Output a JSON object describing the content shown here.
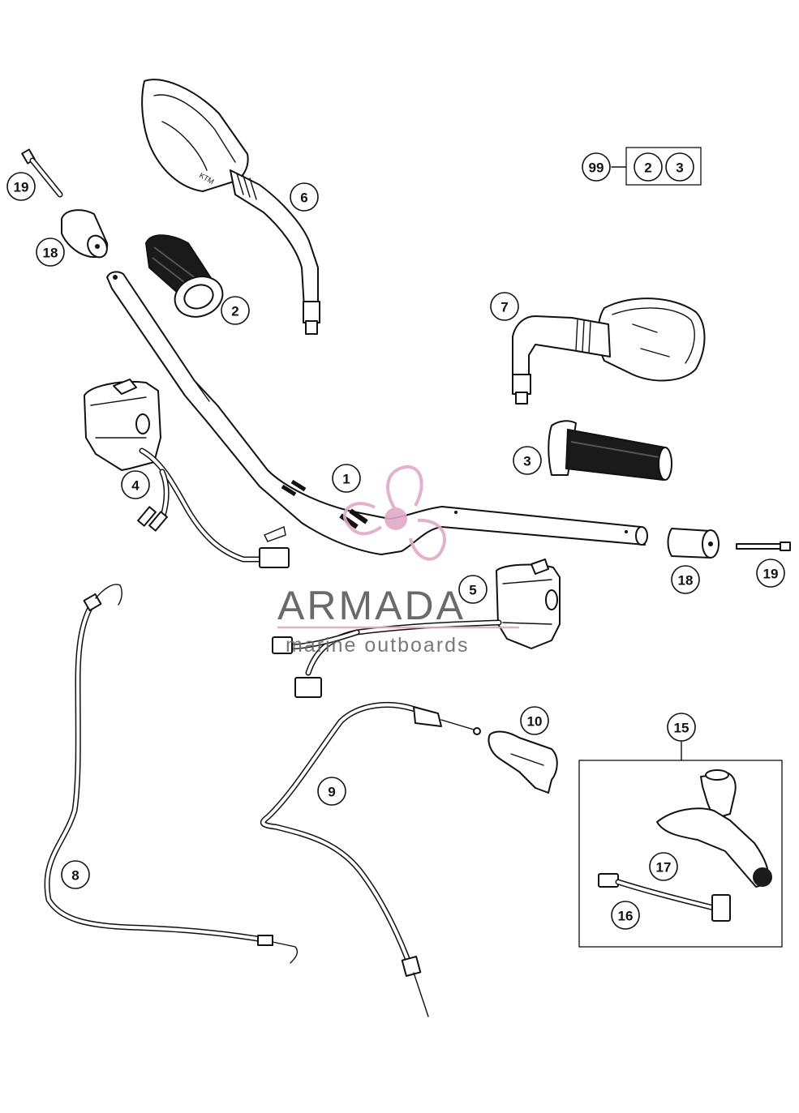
{
  "watermark": {
    "brand": "ARMADA",
    "tagline": "marine outboards",
    "accent_color": "#e2a9c6",
    "text_color": "#5a5a5a"
  },
  "callouts": {
    "c1": "1",
    "c2": "2",
    "c3": "3",
    "c4": "4",
    "c5": "5",
    "c6": "6",
    "c7": "7",
    "c8": "8",
    "c9": "9",
    "c10": "10",
    "c15": "15",
    "c16": "16",
    "c17": "17",
    "c18_left": "18",
    "c18_right": "18",
    "c19_left": "19",
    "c19_right": "19"
  },
  "kit": {
    "id": "99",
    "items": [
      "2",
      "3"
    ]
  },
  "icons": {
    "watermark_logo": "propeller-icon"
  }
}
